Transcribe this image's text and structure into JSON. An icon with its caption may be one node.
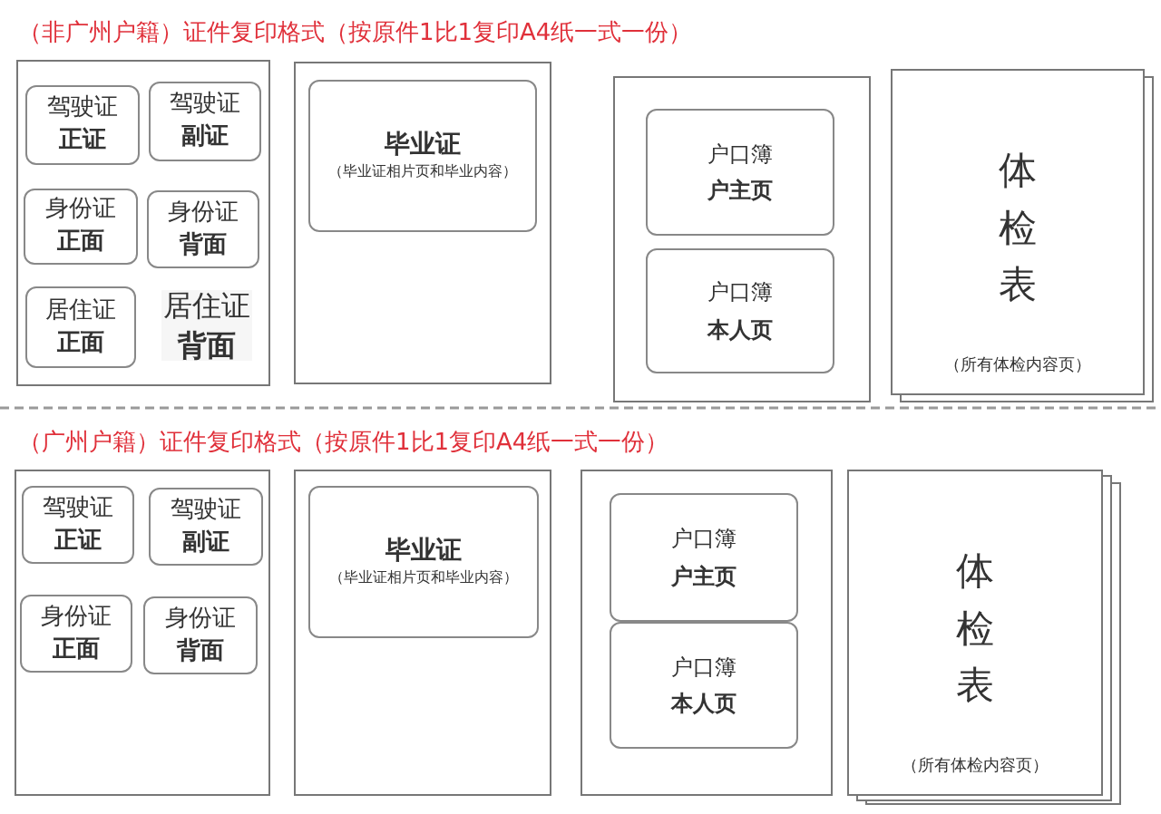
{
  "diagram": {
    "nodes": [
      {
        "text": [],
        "shape": "box"
      },
      {
        "text": [
          "驾驶证",
          "正证"
        ],
        "in": 0
      },
      {
        "text": [
          "驾驶证",
          "副证"
        ],
        "in": 0
      },
      {
        "text": [
          "身份证",
          "正面"
        ],
        "in": 0
      },
      {
        "text": [
          "身份证",
          "背面"
        ],
        "in": 0
      },
      {
        "text": [
          "居住证",
          "正面"
        ],
        "in": 0
      },
      {
        "text": [
          "居住证",
          "背面"
        ],
        "in": 0
      },
      {
        "text": [],
        "shape": "box"
      },
      {
        "text": [
          "毕业证",
          "（毕业证相片页和毕业内容）"
        ],
        "in": 7
      },
      {
        "text": [],
        "shape": "box"
      },
      {
        "text": [
          "户口簿",
          "户主页"
        ],
        "in": 9
      },
      {
        "text": [
          "户口簿",
          "本人页"
        ],
        "in": 9
      },
      {
        "text": [
          "体检表",
          "（所有体检内容页）"
        ]
      },
      {
        "text": [],
        "shape": "box"
      },
      {
        "text": [
          "驾驶证",
          "正证"
        ],
        "in": 13
      },
      {
        "text": [
          "驾驶证",
          "副证"
        ],
        "in": 13
      },
      {
        "text": [
          "身份证",
          "正面"
        ],
        "in": 13
      },
      {
        "text": [
          "身份证",
          "背面"
        ],
        "in": 13
      },
      {
        "text": [],
        "shape": "box"
      },
      {
        "text": [
          "毕业证",
          "（毕业证相片页和毕业内容）"
        ],
        "in": 18
      },
      {
        "text": [],
        "shape": "box"
      },
      {
        "text": [
          "户口簿",
          "户主页"
        ],
        "in": 20
      },
      {
        "text": [
          "户口簿",
          "本人页"
        ],
        "in": 20
      },
      {
        "text": [
          "体检表",
          "（所有体检内容页）"
        ]
      }
    ],
    "labels": [
      "（非广州户籍）证件复印格式（按原件1比1复印A4纸一式一份）",
      "（广州户籍）证件复印格式（按原件1比1复印A4纸一式一份）"
    ]
  }
}
